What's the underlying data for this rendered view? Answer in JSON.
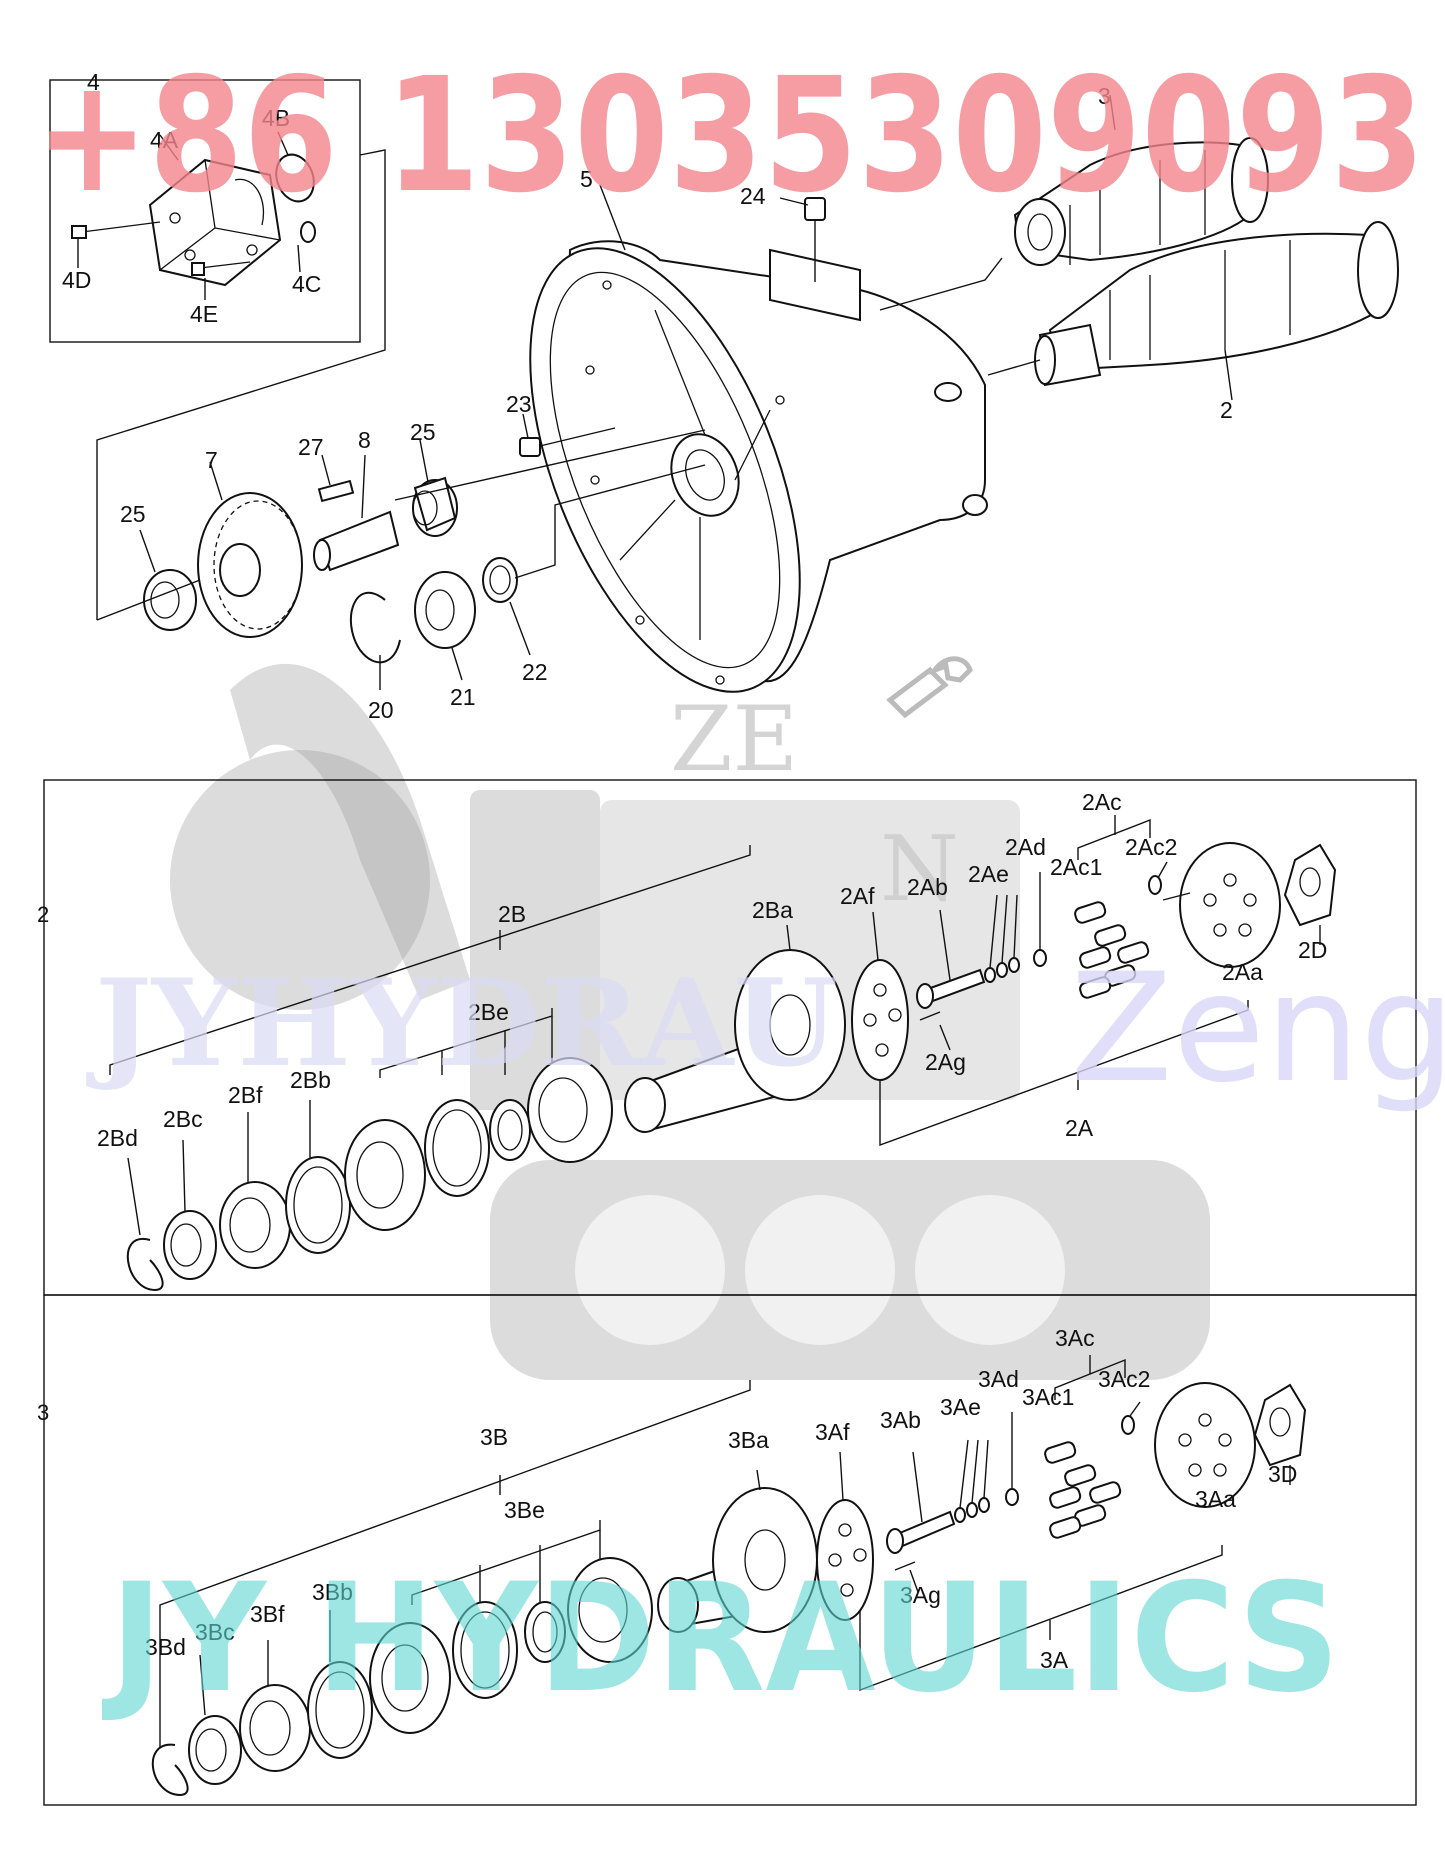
{
  "watermarks": {
    "phone": "+86 13035309093",
    "brand": "JY HYDRAULICS",
    "faint_brand": "JYHYDRAU",
    "zeng": "Zeng",
    "ze_logo": "ZE"
  },
  "sections": {
    "s2": "2",
    "s3": "3"
  },
  "callouts": {
    "c4": "4",
    "c4A": "4A",
    "c4B": "4B",
    "c4C": "4C",
    "c4D": "4D",
    "c4E": "4E",
    "c3": "3",
    "c5": "5",
    "c24": "24",
    "c2": "2",
    "c23": "23",
    "c7": "7",
    "c27": "27",
    "c8": "8",
    "c25a": "25",
    "c25b": "25",
    "c20": "20",
    "c21": "21",
    "c22": "22",
    "c2B": "2B",
    "c2Ba": "2Ba",
    "c2Af": "2Af",
    "c2Ab": "2Ab",
    "c2Ae": "2Ae",
    "c2Ad": "2Ad",
    "c2Ac": "2Ac",
    "c2Ac1": "2Ac1",
    "c2Ac2": "2Ac2",
    "c2D": "2D",
    "c2Aa": "2Aa",
    "c2Ag": "2Ag",
    "c2A": "2A",
    "c2Be": "2Be",
    "c2Bb": "2Bb",
    "c2Bf": "2Bf",
    "c2Bc": "2Bc",
    "c2Bd": "2Bd",
    "c3B": "3B",
    "c3Ba": "3Ba",
    "c3Af": "3Af",
    "c3Ab": "3Ab",
    "c3Ae": "3Ae",
    "c3Ad": "3Ad",
    "c3Ac": "3Ac",
    "c3Ac1": "3Ac1",
    "c3Ac2": "3Ac2",
    "c3D": "3D",
    "c3Aa": "3Aa",
    "c3Ag": "3Ag",
    "c3A": "3A",
    "c3Be": "3Be",
    "c3Bb": "3Bb",
    "c3Bf": "3Bf",
    "c3Bc": "3Bc",
    "c3Bd": "3Bd"
  },
  "colors": {
    "phone_watermark": "#f4858c",
    "brand_watermark": "#5ed6d0",
    "ink": "#111111"
  }
}
